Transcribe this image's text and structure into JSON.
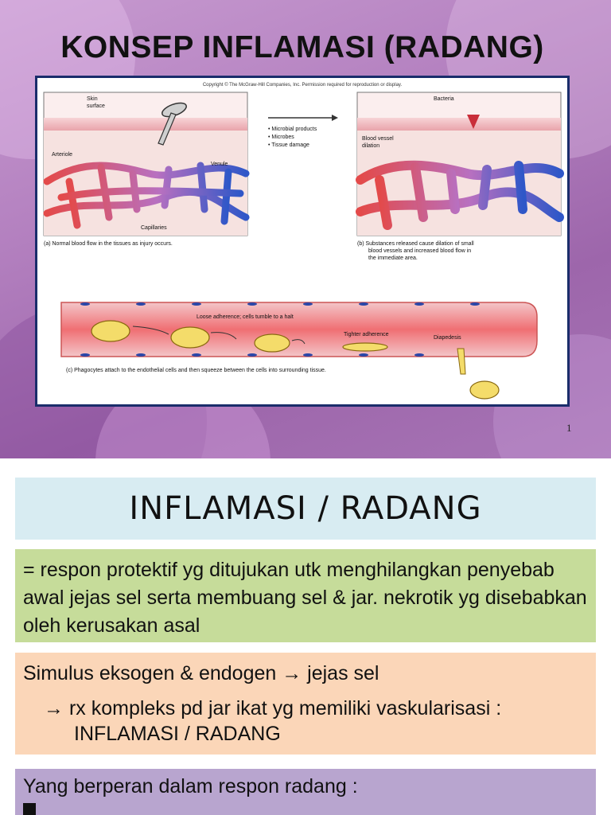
{
  "slide1": {
    "title": "KONSEP INFLAMASI (RADANG)",
    "slide_number": "1",
    "figure": {
      "copyright": "Copyright © The McGraw-Hill Companies, Inc. Permission required for reproduction or display.",
      "panel_a": {
        "labels": {
          "skin_surface_1": "Skin",
          "skin_surface_2": "surface",
          "arteriole": "Arteriole",
          "venule": "Venule",
          "capillaries": "Capillaries"
        },
        "caption": "(a) Normal blood flow in the tissues as injury occurs."
      },
      "arrow_list": [
        "• Microbial products",
        "• Microbes",
        "• Tissue damage"
      ],
      "panel_b": {
        "labels": {
          "bacteria": "Bacteria",
          "dilation_1": "Blood vessel",
          "dilation_2": "dilation"
        },
        "caption_lines": [
          "(b) Substances released cause dilation of small",
          "blood vessels and increased blood flow in",
          "the immediate area."
        ]
      },
      "panel_c": {
        "labels": {
          "loose": "Loose adherence; cells tumble to a halt",
          "tighter": "Tighter adherence",
          "diapedesis": "Diapedesis"
        },
        "caption": "(c) Phagocytes attach to the endothelial cells and then squeeze between the cells into surrounding tissue."
      }
    }
  },
  "slide2": {
    "title": "INFLAMASI / RADANG",
    "definition": "= respon protektif yg ditujukan utk menghilangkan penyebab awal jejas sel serta membuang sel & jar. nekrotik yg disebabkan oleh kerusakan asal",
    "stimulus": {
      "line1": "Simulus eksogen & endogen → jejas sel",
      "line2": "→ rx kompleks pd jar ikat yg memiliki vaskularisasi :",
      "line3": "INFLAMASI / RADANG"
    },
    "roles": {
      "heading": "Yang berperan dalam respon radang :"
    }
  }
}
